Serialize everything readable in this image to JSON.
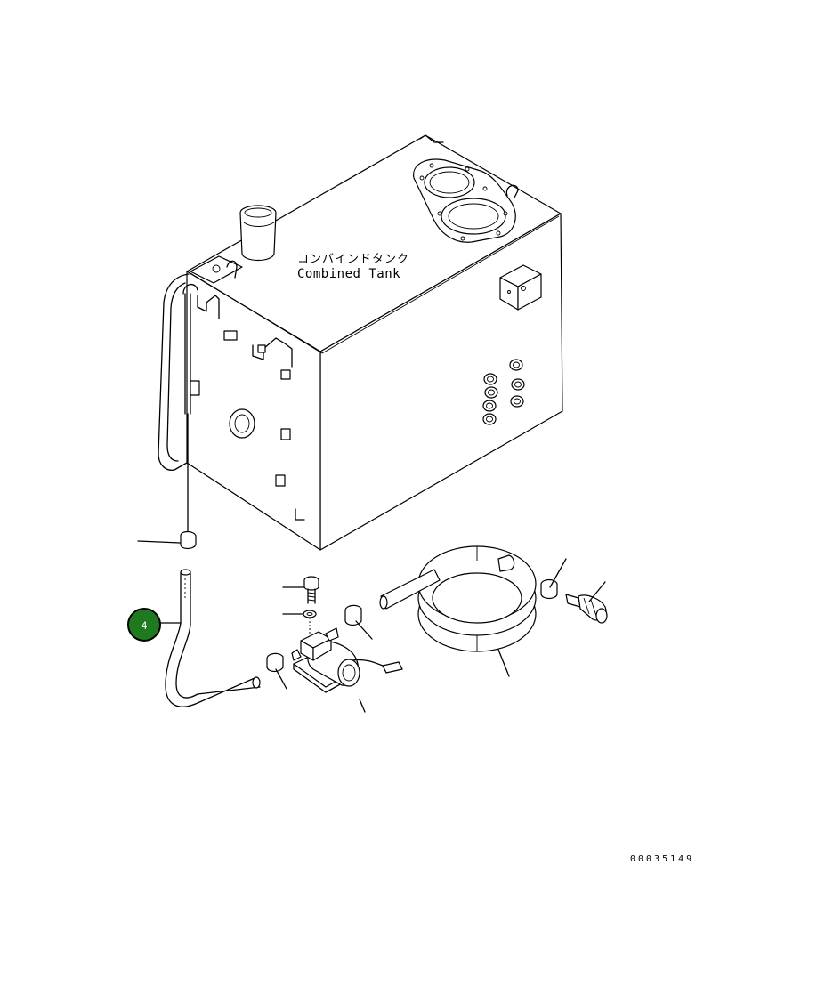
{
  "diagram": {
    "tank_label_jp": "コンバインドタンク",
    "tank_label_en": "Combined Tank",
    "drawing_number": "00035149",
    "callout_badge": {
      "number": "4",
      "color": "#1f7a1f",
      "ring_color": "#000000"
    }
  },
  "icons": {
    "badge": "circle-badge",
    "parts": [
      "combined-tank",
      "hose",
      "clamp",
      "bolt",
      "washer",
      "pump",
      "coiled-tube",
      "valve-fitting"
    ]
  },
  "colors": {
    "line": "#000000",
    "background": "#ffffff"
  }
}
